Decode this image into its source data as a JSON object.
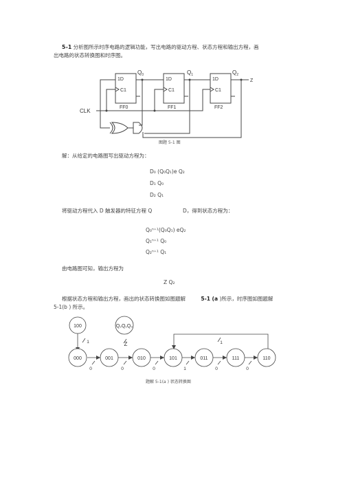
{
  "problem": {
    "number": "5–1",
    "line1": "分析图所示时序电路的逻辑功能，写出电路的驱动方程、状态方程和输出方程，画",
    "line2": "出电路的状态转换图和时序图。"
  },
  "circuit": {
    "q0": "Q",
    "q0_sub": "0",
    "q1": "Q",
    "q1_sub": "1",
    "q2": "Q",
    "q2_sub": "2",
    "z": "Z",
    "d": "1D",
    "c": "C1",
    "ff0": "FF0",
    "ff1": "FF1",
    "ff2": "FF2",
    "clk": "CLK",
    "caption": "图题 5-1 图"
  },
  "solution": {
    "intro": "解：从给定的电路图写出驱动方程为：",
    "eq1": "D₀ (Q₀Q₁)e Q₂",
    "eq2": "D₁ Q₀",
    "eq3": "D₂ Q₁",
    "state_intro_a": "将驱动方程代入 D 触发器的特征方程 Q",
    "state_intro_b": "D，得到状态方程为：",
    "seq1": "Q₀ⁿ⁺¹(Q₀Q₁) eQ₂",
    "seq2": "Q₁ⁿ⁺¹ Q₀",
    "seq3": "Q₂ⁿ⁺¹ Q₁",
    "output_intro": "由电路图可知，输出方程为",
    "output_eq": "Z Q₂",
    "diagram_intro_a": "根据状态方程和输出方程，画出的状态转换图如图题解",
    "diagram_intro_ref": "5-1 (a",
    "diagram_intro_b": ")所示，时序图如图题解",
    "diagram_intro_c": "5-1(b ) 所示。"
  },
  "state_diagram": {
    "states": [
      "100",
      "000",
      "001",
      "010",
      "101",
      "011",
      "111",
      "110"
    ],
    "legend_label": "Q₂Q₁Q₀",
    "legend_out": "Z",
    "edge_labels": [
      "1",
      "0",
      "0",
      "0",
      "1",
      "0",
      "0",
      "1"
    ],
    "caption": "题解 5-1(a ) 状态转换图"
  }
}
